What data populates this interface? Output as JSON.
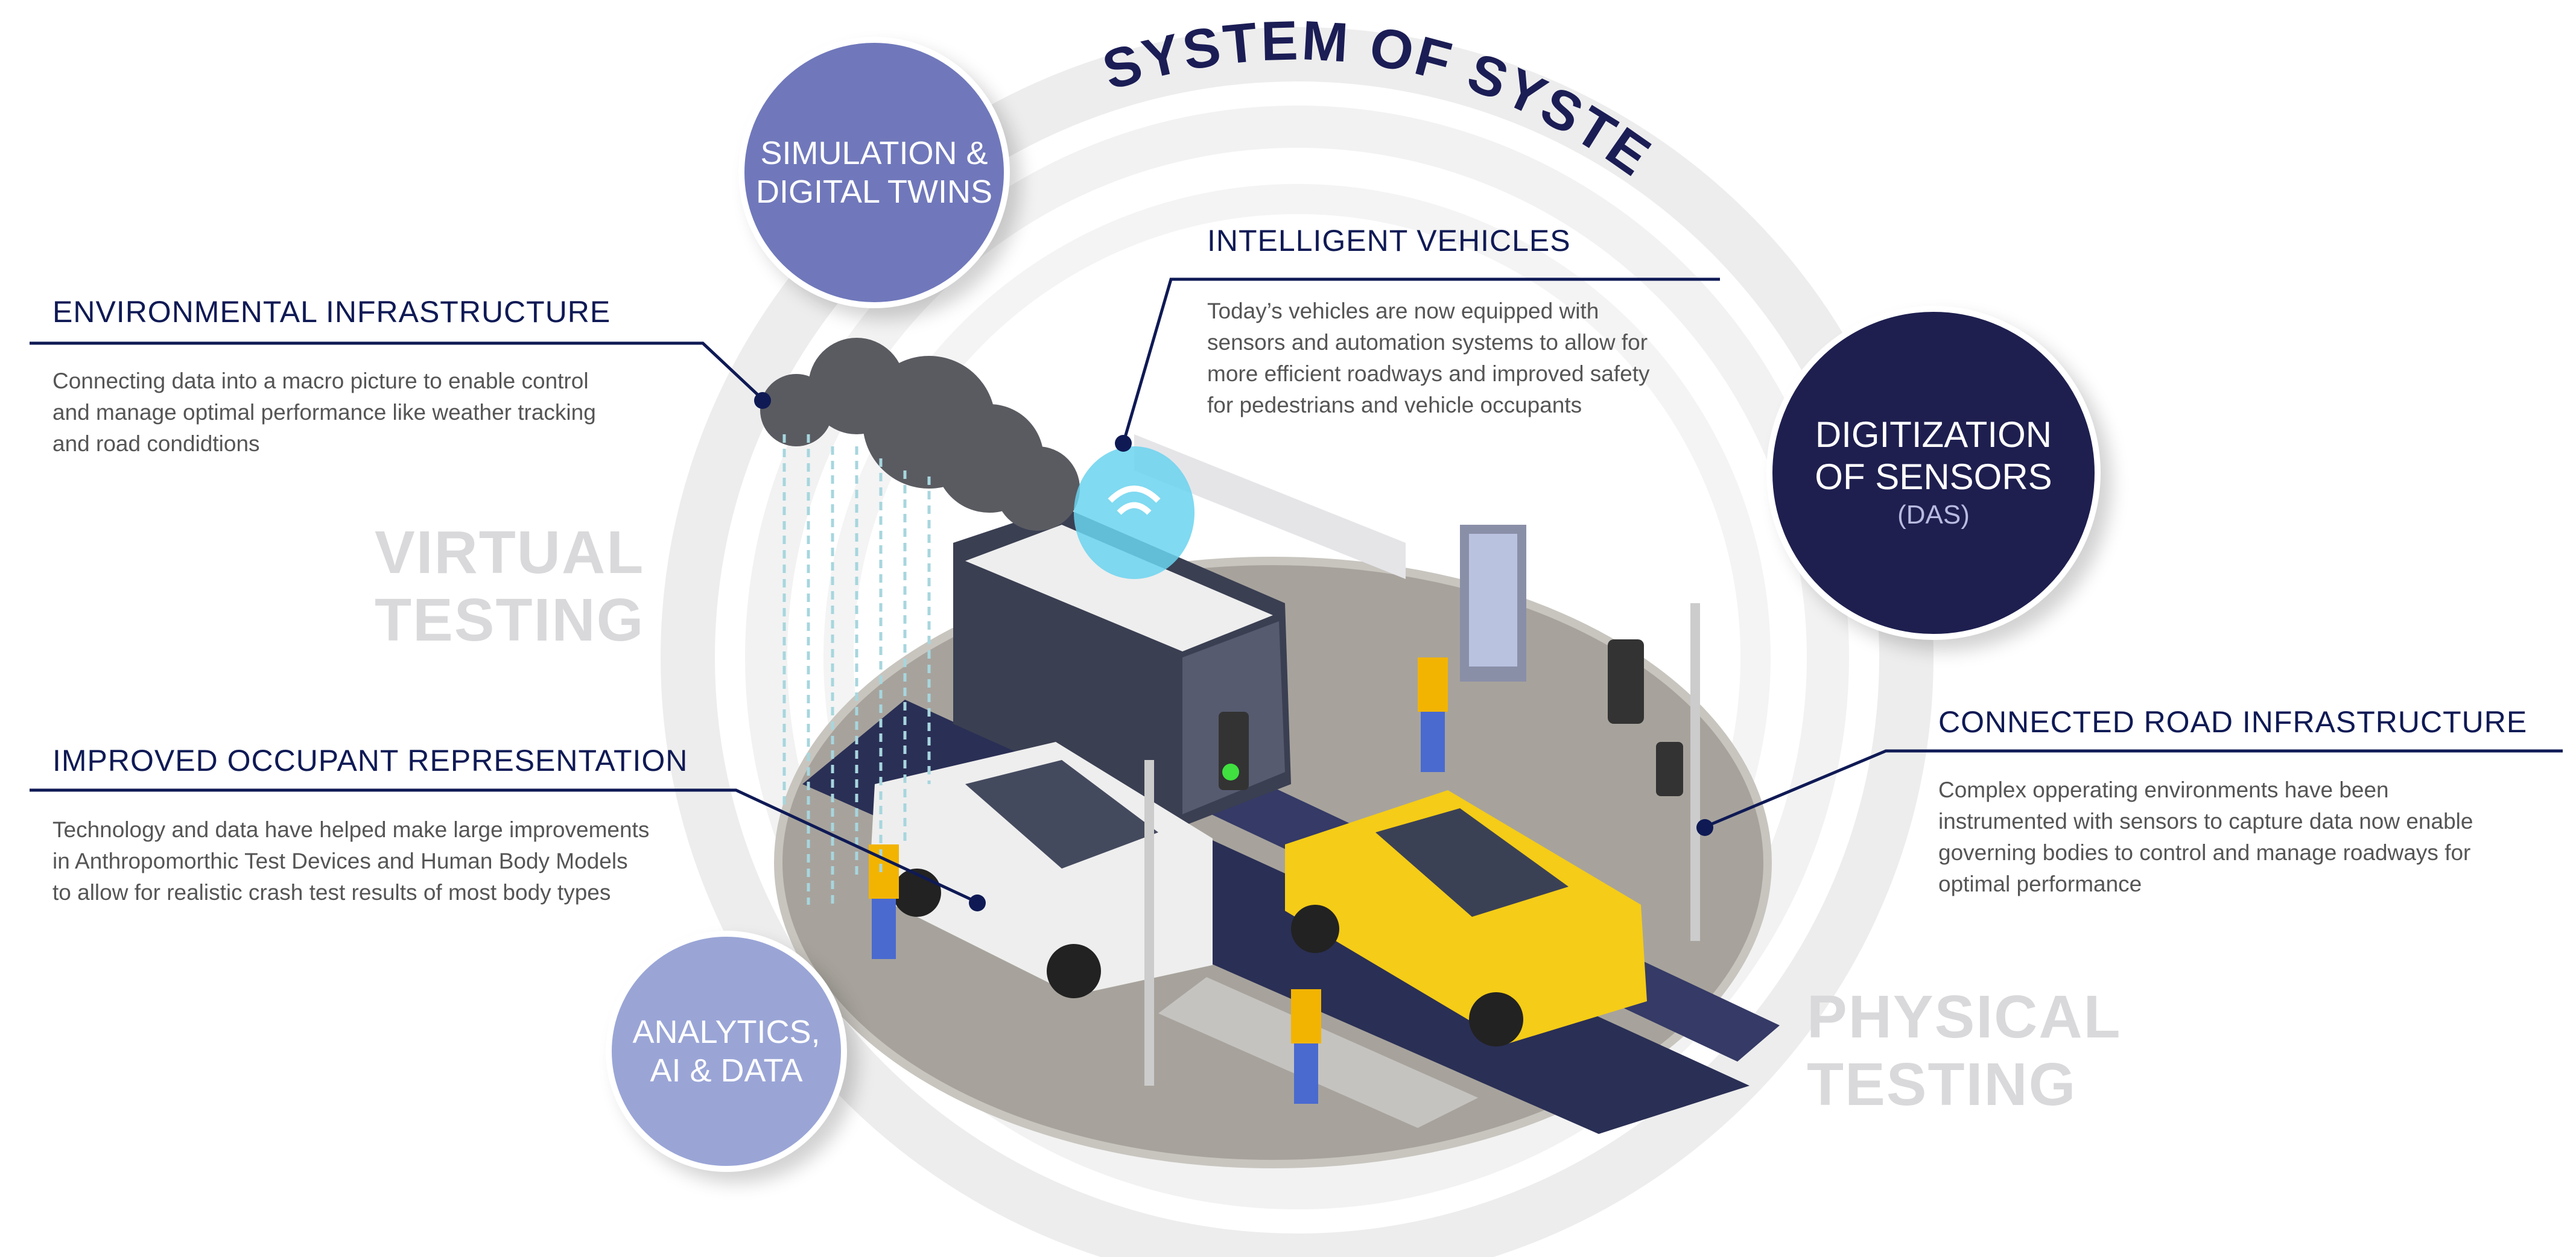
{
  "title": "SYSTEM OF SYSTEMS",
  "circles": {
    "simulation": {
      "lines": [
        "SIMULATION &",
        "DIGITAL TWINS"
      ],
      "color": "#7078bb"
    },
    "digitization": {
      "lines": [
        "DIGITIZATION",
        "OF SENSORS"
      ],
      "sub": "(DAS)",
      "color": "#1e1f4f"
    },
    "analytics": {
      "lines": [
        "ANALYTICS,",
        "AI & DATA"
      ],
      "color": "#9aa5d6"
    }
  },
  "zones": {
    "virtual": [
      "VIRTUAL",
      "TESTING"
    ],
    "physical": [
      "PHYSICAL",
      "TESTING"
    ]
  },
  "callouts": {
    "environmental": {
      "heading": "ENVIRONMENTAL INFRASTRUCTURE",
      "lines": [
        "Connecting data into a macro picture to enable control",
        "and manage optimal performance like weather tracking",
        "and road condidtions"
      ]
    },
    "intelligent": {
      "heading": "INTELLIGENT VEHICLES",
      "lines": [
        "Today’s vehicles are now equipped with",
        "sensors and automation systems to allow for",
        "more efficient roadways and improved safety",
        "for pedestrians and vehicle occupants"
      ]
    },
    "occupant": {
      "heading": "IMPROVED OCCUPANT REPRESENTATION",
      "lines": [
        "Technology and data have helped make large improvements",
        "in Anthropomorthic Test Devices and Human Body Models",
        "to allow for realistic crash test results of most body types"
      ]
    },
    "road": {
      "heading": "CONNECTED ROAD INFRASTRUCTURE",
      "lines": [
        "Complex opperating environments have been",
        "instrumented with sensors to capture data now enable",
        "governing bodies to control and manage roadways for",
        "optimal performance"
      ]
    }
  },
  "colors": {
    "navy": "#0f1a55",
    "text": "#555555",
    "swirl": "#ececec"
  }
}
